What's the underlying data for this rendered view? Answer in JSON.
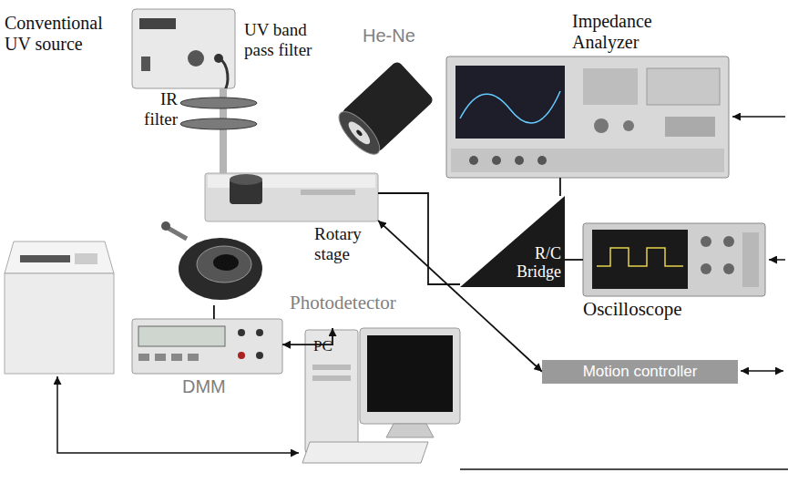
{
  "diagram": {
    "nodes": [
      {
        "text": [
          "Impedance Analyzer"
        ]
      },
      {
        "text": [
          "Rotary stage"
        ]
      },
      {
        "text": [
          "R/C Bridge"
        ]
      },
      {
        "text": [
          "Oscilloscope"
        ]
      },
      {
        "text": [
          "Photodetector"
        ]
      },
      {
        "text": [
          "DMM"
        ]
      },
      {
        "text": [
          "PC"
        ]
      },
      {
        "text": [
          "Motion controller"
        ]
      }
    ],
    "edges": [
      {
        "from": 0,
        "to": 2,
        "arrow": "none"
      },
      {
        "from": 1,
        "to": 2,
        "arrow": "none"
      },
      {
        "from": 3,
        "to": 2,
        "arrow": "none"
      },
      {
        "from": 1,
        "to": 7,
        "arrow": "both"
      },
      {
        "from": 4,
        "to": 5,
        "arrow": "none"
      },
      {
        "from": 5,
        "to": 6,
        "arrow": "both"
      }
    ],
    "labels": [
      "Conventional UV source",
      "UV band pass filter",
      "IR filter",
      "He-Ne"
    ]
  }
}
